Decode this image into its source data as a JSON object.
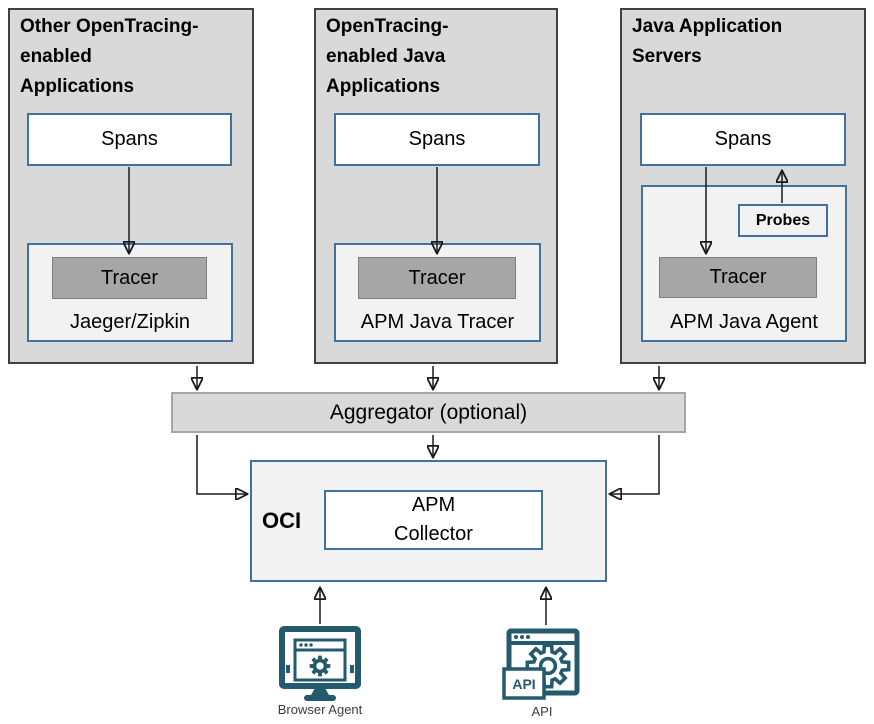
{
  "colors": {
    "column-fill": "#d9d9d9",
    "column-border": "#404040",
    "blue-border": "#41719c",
    "light-fill": "#f2f2f2",
    "tracer-fill": "#a6a6a6",
    "tracer-border": "#7f7f7f",
    "aggregator-fill": "#d9d9d9",
    "aggregator-border": "#a6a6a6",
    "icon-teal": "#235a6d",
    "arrow-color": "#1a1a1a"
  },
  "columns": [
    {
      "title": "Other OpenTracing-\nenabled\nApplications",
      "spans_label": "Spans",
      "tracer_label": "Tracer",
      "container_label": "Jaeger/Zipkin"
    },
    {
      "title": "OpenTracing-\nenabled Java\nApplications",
      "spans_label": "Spans",
      "tracer_label": "Tracer",
      "container_label": "APM Java Tracer"
    },
    {
      "title": "Java Application\nServers",
      "spans_label": "Spans",
      "tracer_label": "Tracer",
      "probes_label": "Probes",
      "container_label": "APM Java Agent"
    }
  ],
  "aggregator": {
    "label": "Aggregator (optional)"
  },
  "oci": {
    "label": "OCI",
    "collector": "APM\nCollector"
  },
  "sources": {
    "browser_agent": {
      "label": "Browser Agent"
    },
    "api": {
      "label": "API",
      "badge": "API"
    }
  }
}
